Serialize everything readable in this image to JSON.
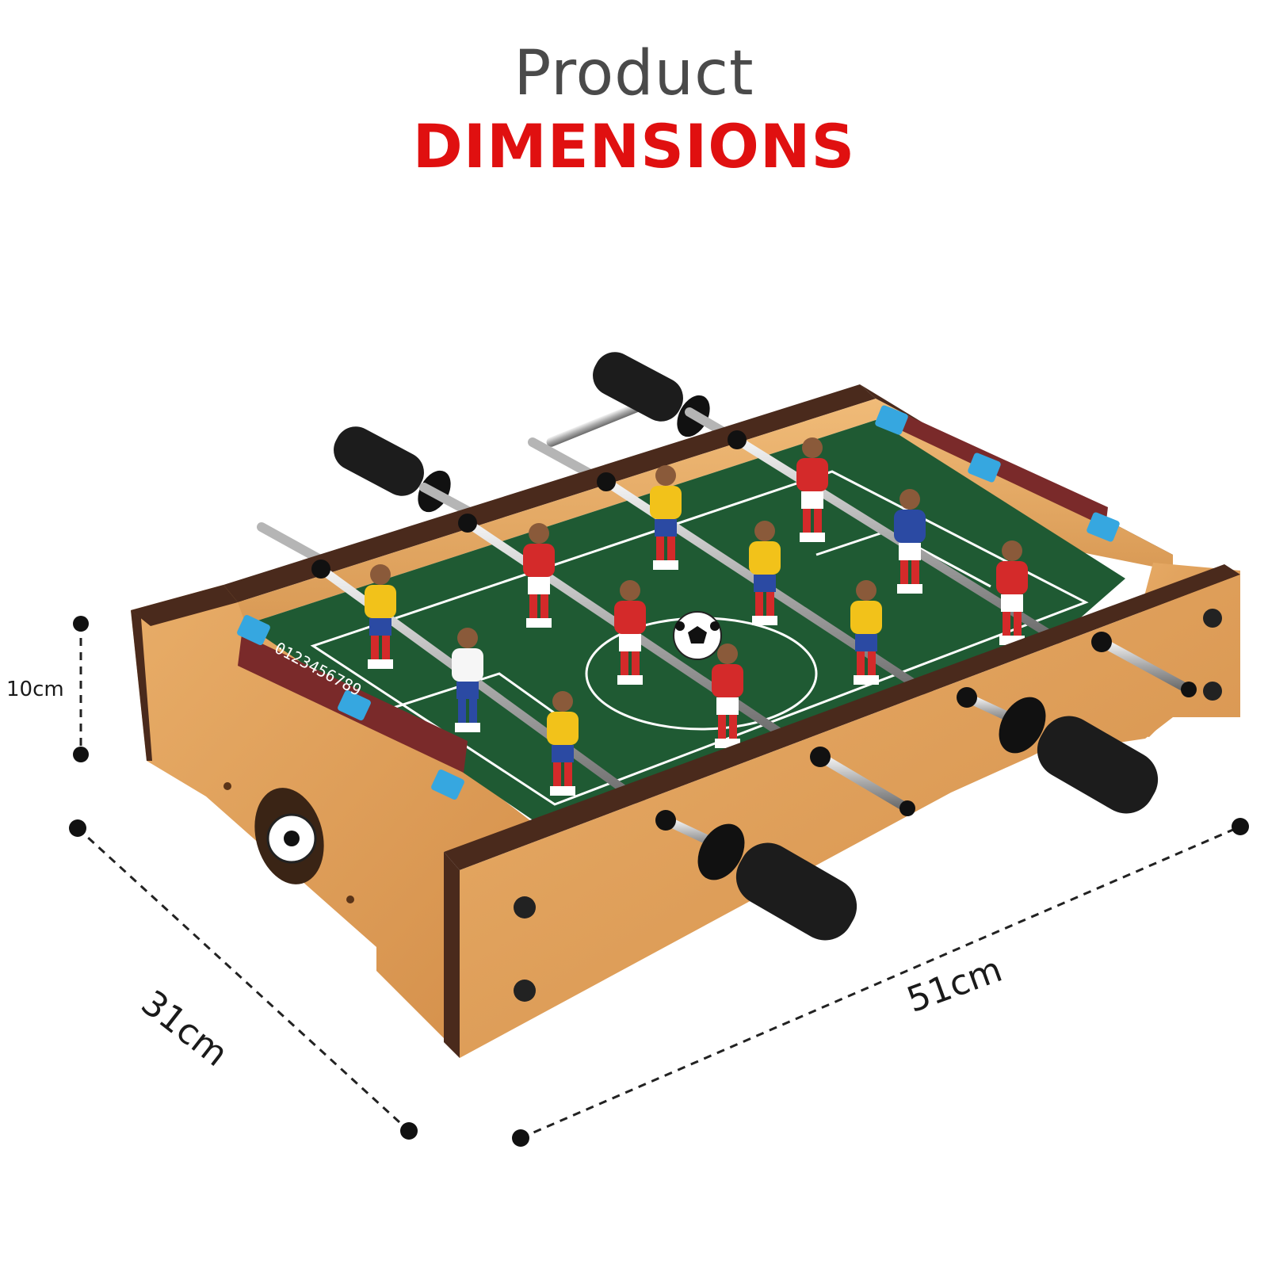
{
  "heading": {
    "line1": "Product",
    "line2": "DIMENSIONS",
    "line1_color": "#4a4a4a",
    "line2_color": "#e01010"
  },
  "dimensions": {
    "height": "10cm",
    "depth": "31cm",
    "width": "51cm"
  },
  "score_counter": {
    "digits": [
      "0",
      "1",
      "2",
      "3",
      "4",
      "5",
      "6",
      "7",
      "8",
      "9"
    ]
  },
  "colors": {
    "wood": "#e3a35c",
    "wood_dark": "#b9793a",
    "edge_trim": "#4a2a1c",
    "field": "#1f5a33",
    "handle": "#1c1c1c",
    "team_red": "#d42a2a",
    "team_yellow": "#f2c21a",
    "team_blue": "#2b4aa3",
    "marker_blue": "#36a7e0"
  }
}
